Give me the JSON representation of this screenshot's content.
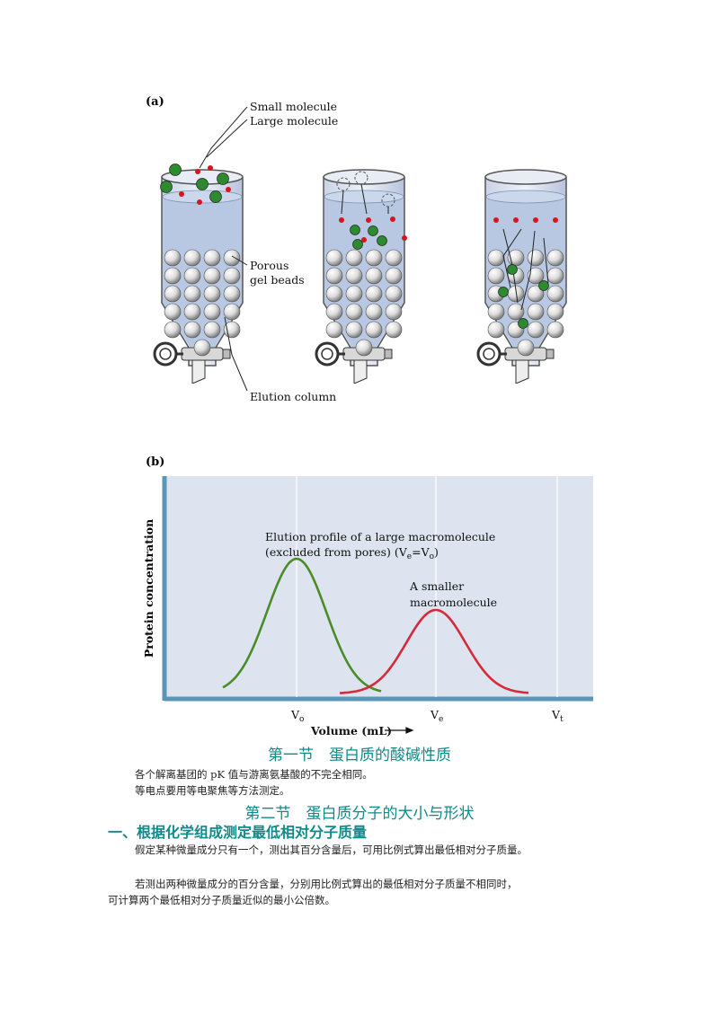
{
  "figure_a": {
    "panel_label": "(a)",
    "labels": {
      "small_molecule": "Small molecule",
      "large_molecule": "Large molecule",
      "porous_1": "Porous",
      "porous_2": "gel beads",
      "elution_column": "Elution column"
    },
    "colors": {
      "liquid": "#b8c8e2",
      "large": "#2e8a2e",
      "small": "#d8141c",
      "bead": "#e0e0e0"
    }
  },
  "figure_b": {
    "panel_label": "(b)",
    "chart_data": {
      "type": "line",
      "ylabel": "Protein concentration",
      "xlabel": "Volume (mL)",
      "x_ticks": [
        "V",
        "V",
        "V"
      ],
      "x_tick_subs": [
        "o",
        "e",
        "t"
      ],
      "annotation_large_1": "Elution profile of a large macromolecule",
      "annotation_large_2a": "(excluded from pores) (V",
      "annotation_large_2b": "e",
      "annotation_large_2c": "=V",
      "annotation_large_2d": "o",
      "annotation_large_2e": ")",
      "annotation_small_1": "A smaller",
      "annotation_small_2": "macromolecule",
      "series": [
        {
          "color": "#4c8c28",
          "peak_at": "Vo",
          "relative_height": 1.0
        },
        {
          "color": "#d42a3a",
          "peak_at": "Ve",
          "relative_height": 0.62
        }
      ],
      "background": "#dde4ef",
      "axis_color": "#5b96b8"
    }
  },
  "text": {
    "section1_title": "第一节　蛋白质的酸碱性质",
    "p1": "各个解离基团的 pK 值与游离氨基酸的不完全相同。",
    "p2": "等电点要用等电聚焦等方法测定。",
    "section2_title": "第二节　蛋白质分子的大小与形状",
    "subheading1": "一、根据化学组成测定最低相对分子质量",
    "p3": "假定某种微量成分只有一个，测出其百分含量后，可用比例式算出最低相对分子质量。",
    "p4": "若测出两种微量成分的百分含量，分别用比例式算出的最低相对分子质量不相同时，",
    "p5": "可计算两个最低相对分子质量近似的最小公倍数。"
  }
}
